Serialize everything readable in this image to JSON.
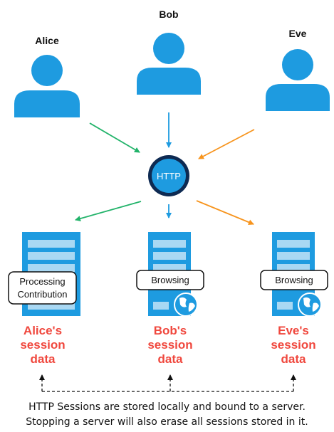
{
  "users": [
    {
      "name": "Alice",
      "arrow_color": "#22b36a"
    },
    {
      "name": "Bob",
      "arrow_color": "#1e9be0"
    },
    {
      "name": "Eve",
      "arrow_color": "#f7941d"
    }
  ],
  "hub": {
    "label": "HTTP"
  },
  "servers": [
    {
      "tag_lines": [
        "Processing",
        "Contribution"
      ],
      "session_lines": [
        "Alice's",
        "session",
        "data"
      ],
      "has_globe": false
    },
    {
      "tag_lines": [
        "Browsing"
      ],
      "session_lines": [
        "Bob's",
        "session",
        "data"
      ],
      "has_globe": true
    },
    {
      "tag_lines": [
        "Browsing"
      ],
      "session_lines": [
        "Eve's",
        "session",
        "data"
      ],
      "has_globe": true
    }
  ],
  "caption": {
    "line1": "HTTP Sessions are stored locally and bound to a server.",
    "line2": "Stopping a server will also erase all sessions stored in it."
  },
  "colors": {
    "person": "#1e9be0",
    "server_dark": "#1e9be0",
    "server_light": "#a9d8f3",
    "hub_ring": "#0e2a52",
    "session_text": "#f0483e",
    "dashed": "#111111"
  }
}
